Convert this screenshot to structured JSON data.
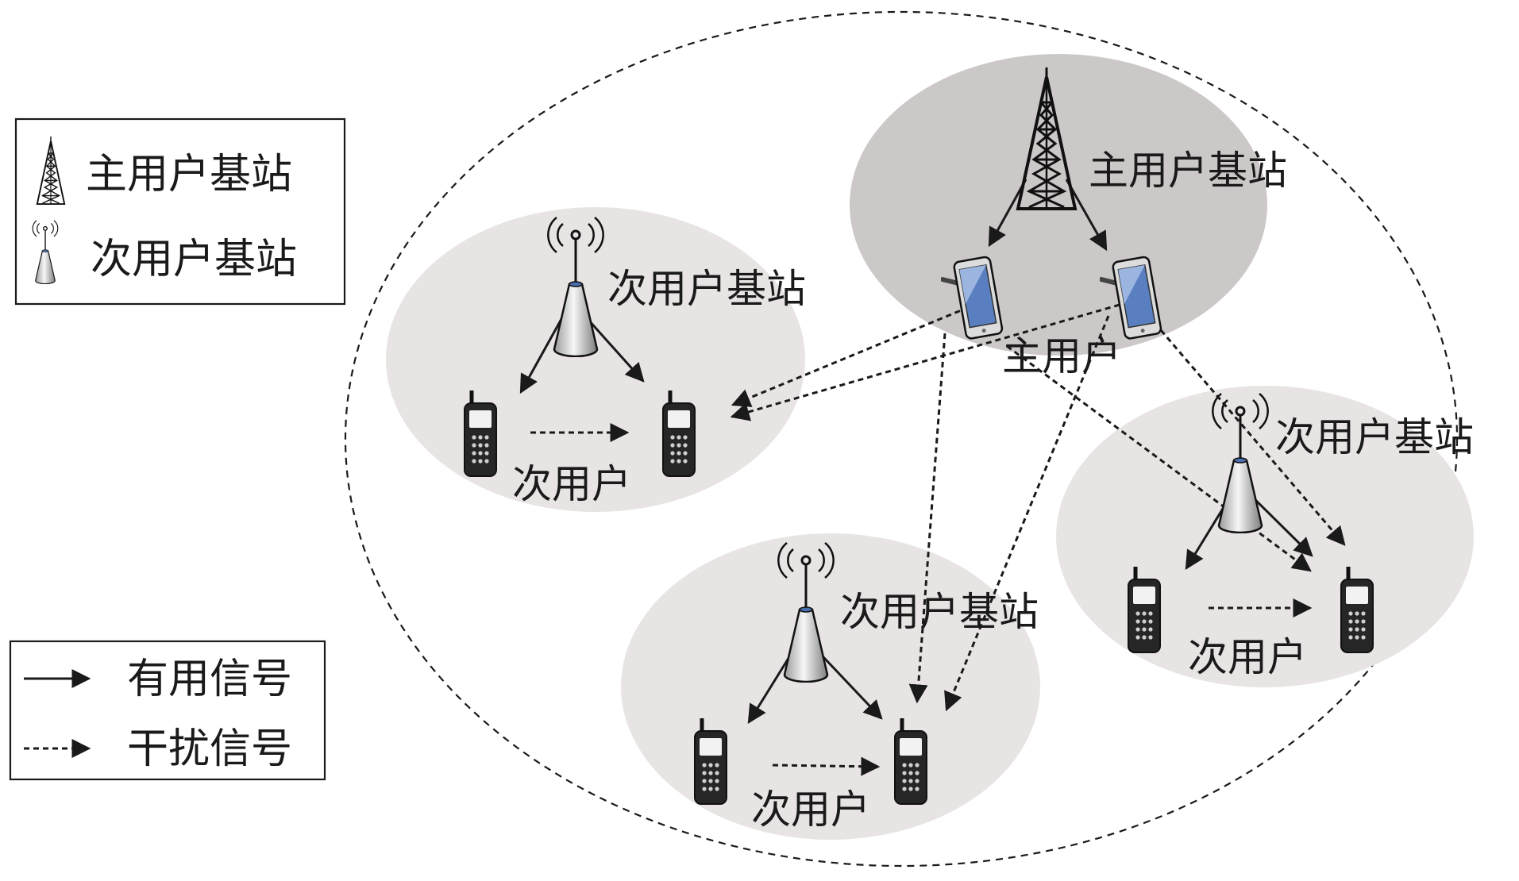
{
  "legend_nodes": {
    "primary_bs": "主用户基站",
    "secondary_bs": "次用户基站"
  },
  "legend_signals": {
    "useful": "有用信号",
    "interference": "干扰信号"
  },
  "labels": {
    "primary_cell_bs": "主用户基站",
    "primary_cell_users": "主用户",
    "cell_left_bs": "次用户基站",
    "cell_left_users": "次用户",
    "cell_bottom_bs": "次用户基站",
    "cell_bottom_users": "次用户",
    "cell_right_bs": "次用户基站",
    "cell_right_users": "次用户"
  },
  "colors": {
    "primary_cell_fill": "#cdc8c8",
    "secondary_cell_fill": "#e8e4e4",
    "line": "#1a1a1a"
  }
}
